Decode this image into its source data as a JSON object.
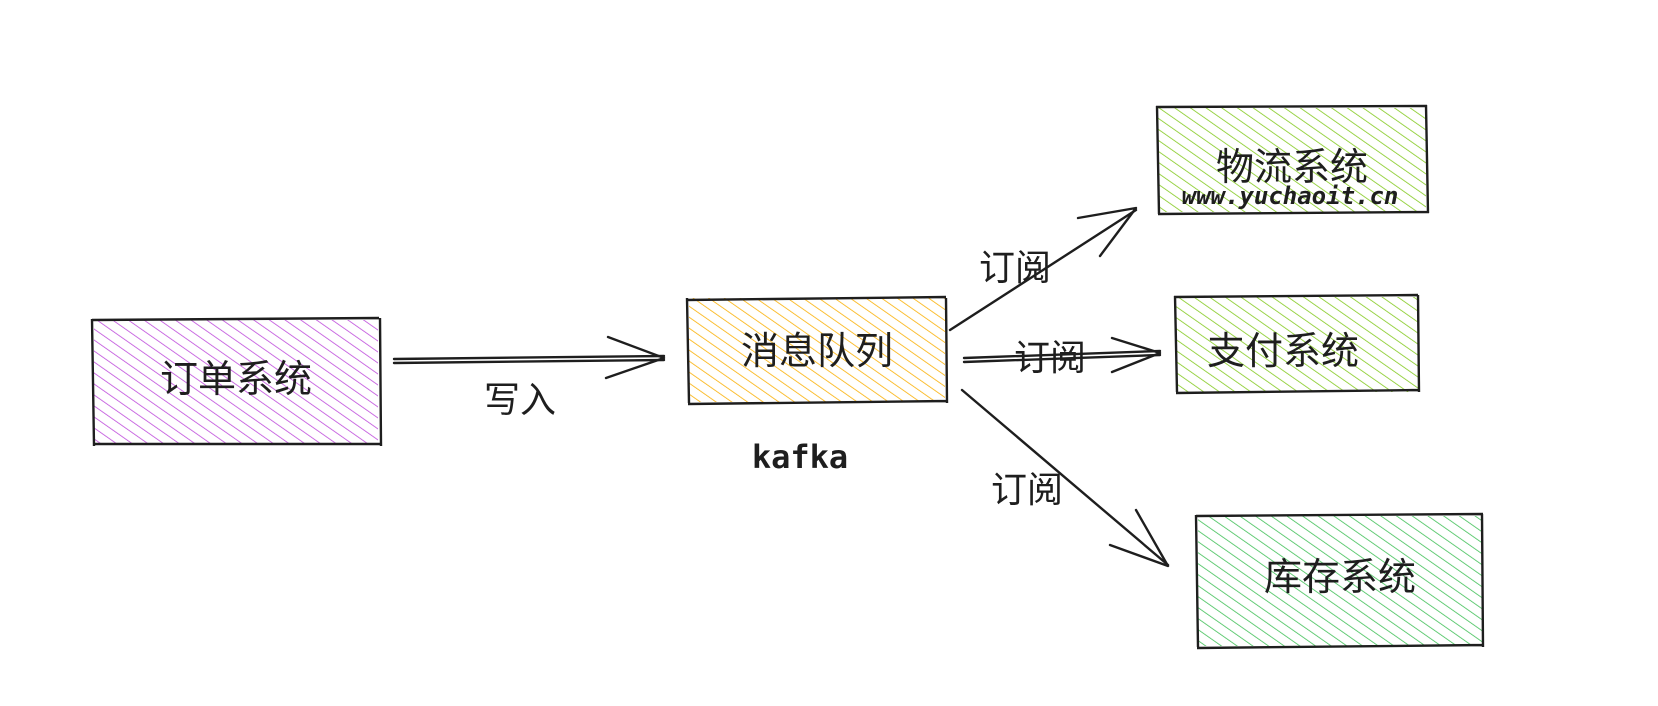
{
  "nodes": {
    "order": {
      "label": "订单系统",
      "color": "#be4bdb"
    },
    "queue": {
      "label": "消息队列",
      "color": "#fab005",
      "note": "kafka"
    },
    "logistics": {
      "label": "物流系统",
      "color": "#82c91e",
      "watermark": "www.yuchaoit.cn"
    },
    "payment": {
      "label": "支付系统",
      "color": "#82c91e"
    },
    "inventory": {
      "label": "库存系统",
      "color": "#40c057"
    }
  },
  "edges": {
    "write": {
      "label": "写入"
    },
    "sub_logistics": {
      "label": "订阅"
    },
    "sub_payment": {
      "label": "订阅"
    },
    "sub_inventory": {
      "label": "订阅"
    }
  }
}
